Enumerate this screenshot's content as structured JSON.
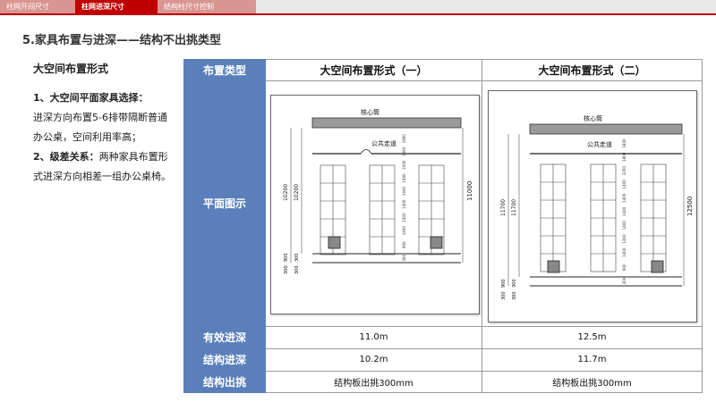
{
  "tabs": [
    "柱网开间尺寸",
    "柱网进深尺寸",
    "结构柱尺寸控制"
  ],
  "section_title": "5.家具布置与进深——结构不出挑类型",
  "left": {
    "subtitle": "大空间布置形式",
    "p1_lead": "1、大空间平面家具选择：",
    "p1_body": "进深方向布置5-6排带隔断普通办公桌，空间利用率高；",
    "p2_lead": "2、级差关系：",
    "p2_body": "两种家具布置形式进深方向相差一组办公桌椅。"
  },
  "table": {
    "row_labels": [
      "布置类型",
      "平面图示",
      "有效进深",
      "结构进深",
      "结构出挑"
    ],
    "col_headers": [
      "大空间布置形式（一）",
      "大空间布置形式（二）"
    ],
    "effective_depth": [
      "11.0m",
      "12.5m"
    ],
    "structural_depth": [
      "10.2m",
      "11.7m"
    ],
    "cantilever": [
      "结构板出挑300mm",
      "结构板出挑300mm"
    ]
  },
  "plan1": {
    "core_label": "核心筒",
    "corridor_label": "公共走道",
    "dims_left": [
      "10200",
      "10200"
    ],
    "dims_right": [
      "11000"
    ],
    "dims_bottom": [
      "300",
      "900",
      "300",
      "300"
    ],
    "dims_mid": [
      "1800",
      "1800",
      "2200",
      "1400",
      "1400",
      "1400",
      "1400",
      "1400",
      "900",
      "300"
    ]
  },
  "plan2": {
    "core_label": "核心筒",
    "corridor_label": "公共走道",
    "dims_left": [
      "11700",
      "11700"
    ],
    "dims_right": [
      "12500"
    ],
    "dims_bottom": [
      "300",
      "900",
      "300",
      "300"
    ],
    "dims_mid": [
      "1800",
      "1800",
      "2200",
      "1400",
      "1400",
      "1400",
      "1400",
      "1400",
      "1400",
      "900",
      "300"
    ]
  }
}
